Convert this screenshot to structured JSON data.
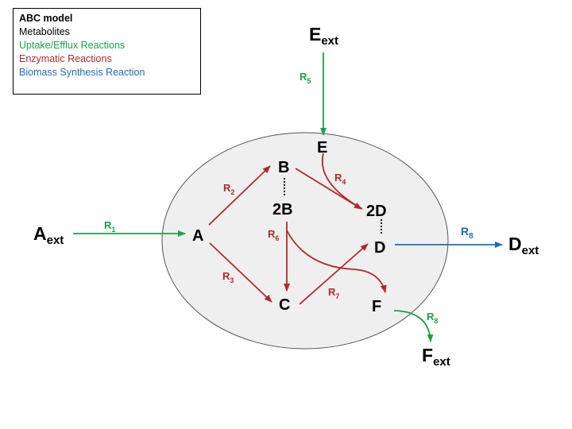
{
  "legend": {
    "title": "ABC model",
    "metabolites": "Metabolites",
    "uptake": "Uptake/Efflux Reactions",
    "enzymatic": "Enzymatic Reactions",
    "biomass": "Biomass Synthesis Reaction"
  },
  "colors": {
    "black": "#000000",
    "green": "#1aa34a",
    "red": "#b22a2a",
    "blue": "#1b6eb8",
    "cell_fill": "#efefef",
    "cell_stroke": "#555555"
  },
  "nodes": {
    "A": "A",
    "B": "B",
    "C": "C",
    "D": "D",
    "E": "E",
    "F": "F",
    "B2": "2B",
    "D2": "2D",
    "A_ext": {
      "base": "A",
      "sub": "ext"
    },
    "D_ext": {
      "base": "D",
      "sub": "ext"
    },
    "E_ext": {
      "base": "E",
      "sub": "ext"
    },
    "F_ext": {
      "base": "F",
      "sub": "ext"
    }
  },
  "reactions": {
    "R1": {
      "base": "R",
      "sub": "1"
    },
    "R2": {
      "base": "R",
      "sub": "2"
    },
    "R3": {
      "base": "R",
      "sub": "3"
    },
    "R4": {
      "base": "R",
      "sub": "4"
    },
    "R5": {
      "base": "R",
      "sub": "5"
    },
    "R6": {
      "base": "R",
      "sub": "6"
    },
    "R7": {
      "base": "R",
      "sub": "7"
    },
    "R8_biomass": {
      "base": "R",
      "sub": "8"
    },
    "R8_efflux": {
      "base": "R",
      "sub": "8"
    }
  }
}
